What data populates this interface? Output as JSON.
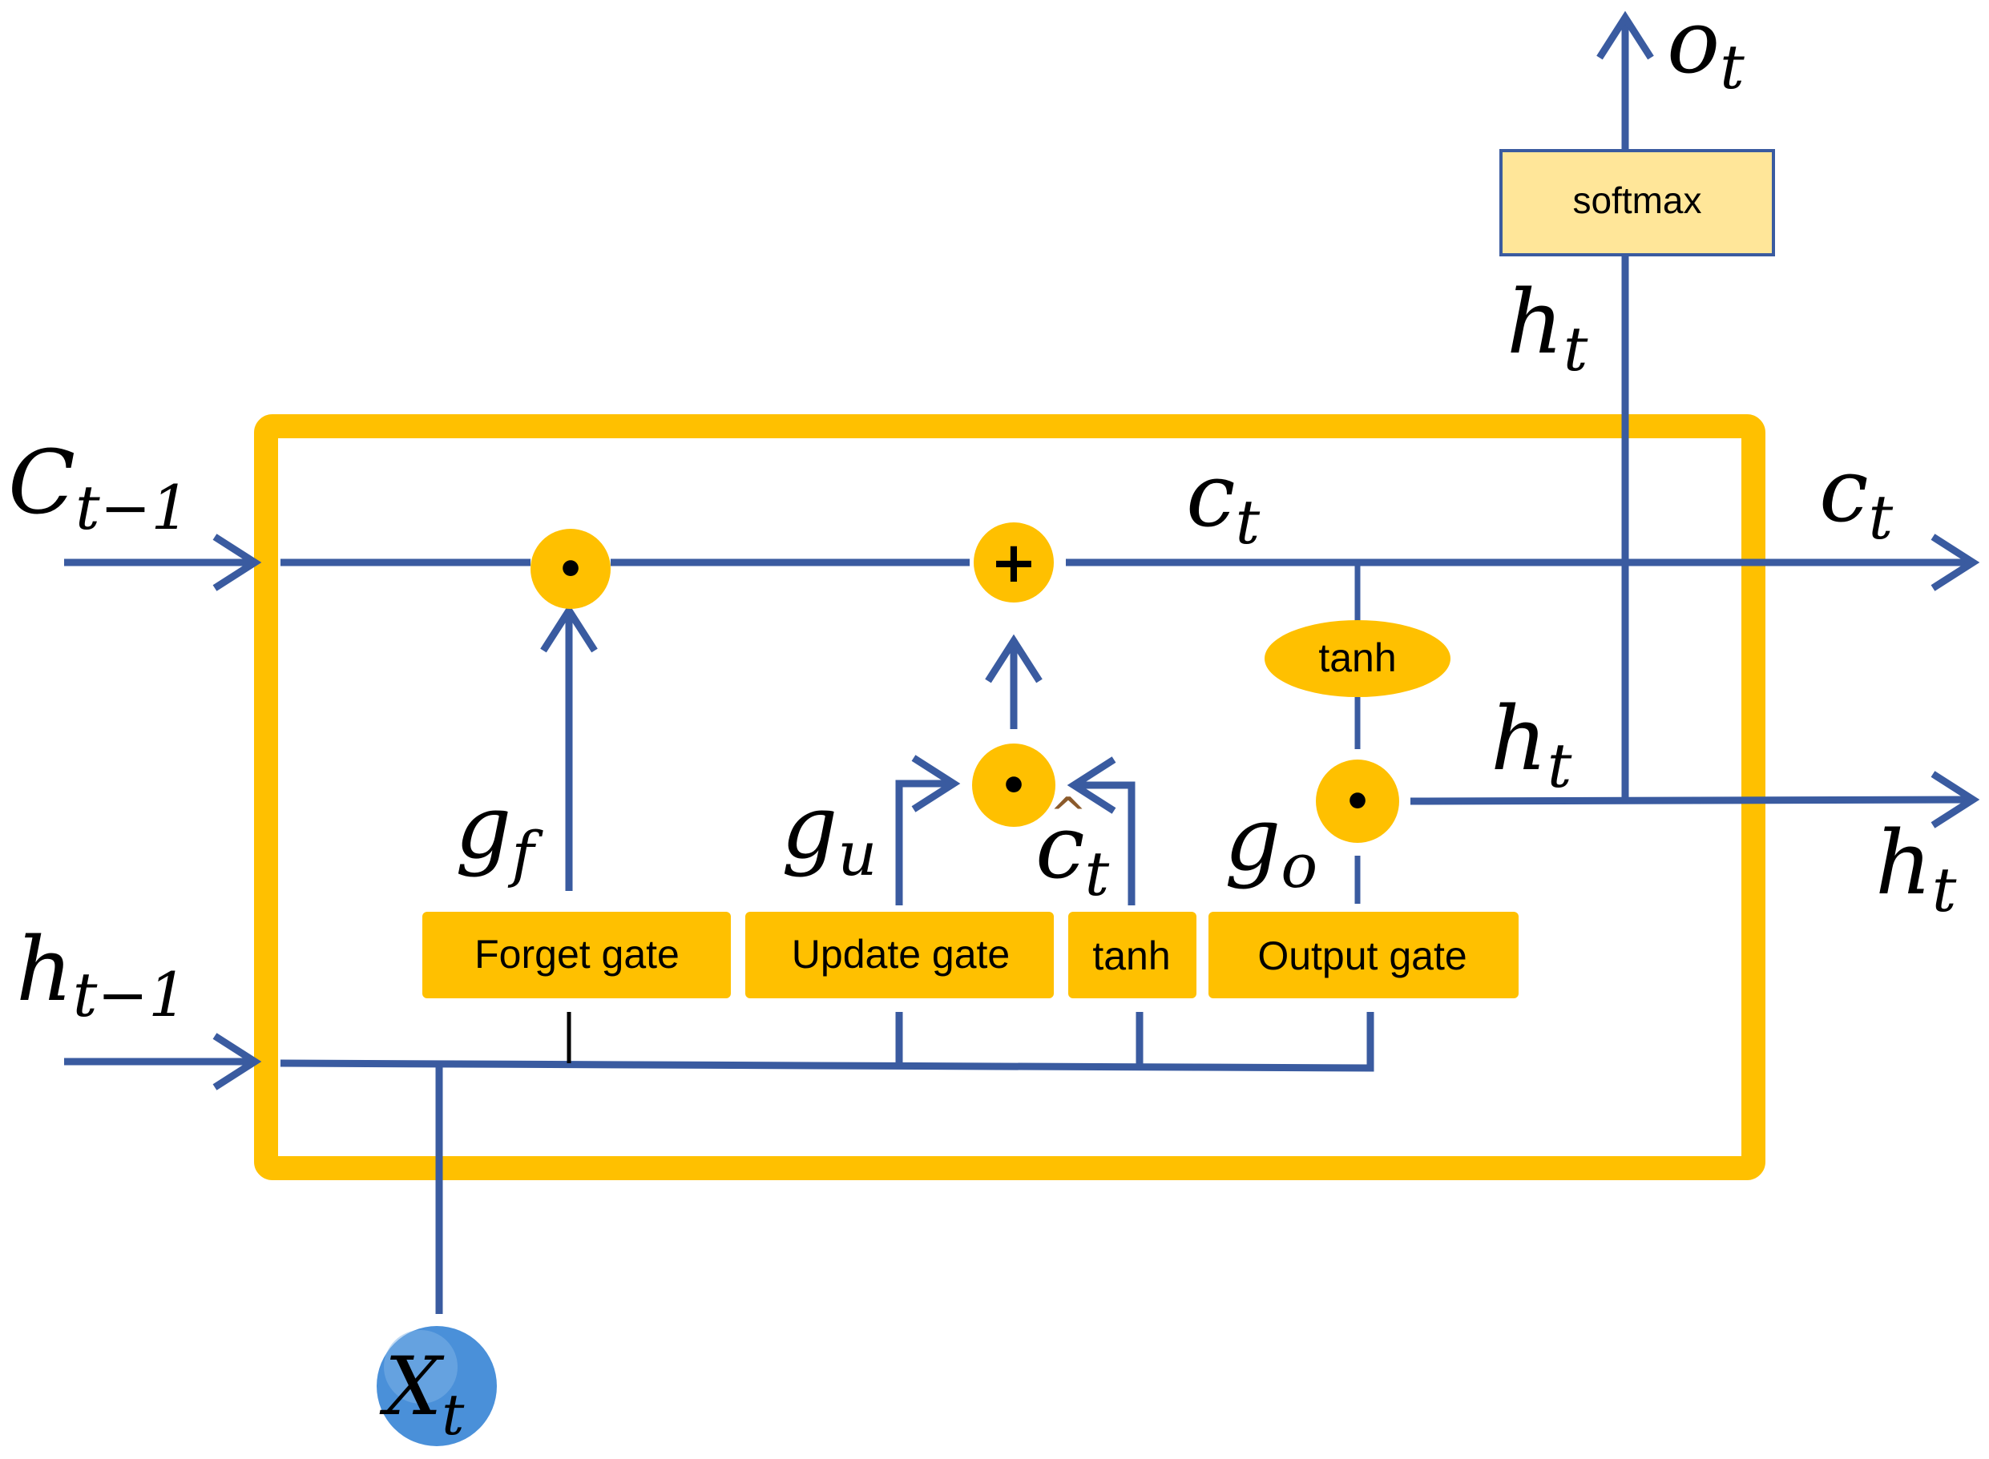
{
  "colors": {
    "line": "#3A5BA0",
    "gate_fill": "#FFC000",
    "softmax_fill": "#FFE699",
    "softmax_border": "#3A5BA0",
    "input_node": "#4A90D9"
  },
  "gates": {
    "forget": "Forget gate",
    "update": "Update gate",
    "tanh": "tanh",
    "output": "Output gate"
  },
  "ops": {
    "tanh_ellipse": "tanh",
    "softmax": "softmax",
    "plus": "+",
    "multiply": "•"
  },
  "labels": {
    "c_prev": {
      "base": "C",
      "sub": "t−1"
    },
    "h_prev": {
      "base": "h",
      "sub": "t−1"
    },
    "x_t": {
      "base": "X",
      "sub": "t"
    },
    "o_t": {
      "base": "o",
      "sub": "t"
    },
    "h_t_top": {
      "base": "h",
      "sub": "t"
    },
    "c_t_inner": {
      "base": "c",
      "sub": "t"
    },
    "c_t_out": {
      "base": "c",
      "sub": "t"
    },
    "h_t_inner": {
      "base": "h",
      "sub": "t"
    },
    "h_t_out": {
      "base": "h",
      "sub": "t"
    },
    "g_f": {
      "base": "g",
      "sub": "f"
    },
    "g_u": {
      "base": "g",
      "sub": "u"
    },
    "g_o": {
      "base": "g",
      "sub": "o"
    },
    "c_hat": {
      "base": "c",
      "sub": "t",
      "hat": "^"
    }
  }
}
